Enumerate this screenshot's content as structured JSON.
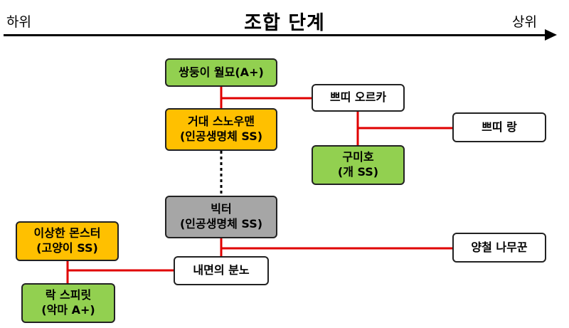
{
  "header": {
    "title": "조합 단계",
    "lower_label": "하위",
    "upper_label": "상위"
  },
  "colors": {
    "green": "#92d050",
    "orange": "#ffc000",
    "gray": "#a6a6a6",
    "white": "#ffffff",
    "link": "#e00000"
  },
  "nodes": {
    "ssangdung": {
      "lines": [
        "쌍둥이 월묘(A+)"
      ]
    },
    "ppeutti_orka": {
      "lines": [
        "쁘띠 오르카"
      ]
    },
    "snowman": {
      "lines": [
        "거대 스노우맨",
        "(인공생명체 SS)"
      ]
    },
    "ppeutti_rang": {
      "lines": [
        "쁘띠 랑"
      ]
    },
    "gumiho": {
      "lines": [
        "구미호",
        "(개 SS)"
      ]
    },
    "victor": {
      "lines": [
        "빅터",
        "(인공생명체 SS)"
      ]
    },
    "strange_monster": {
      "lines": [
        "이상한 몬스터",
        "(고양이 SS)"
      ]
    },
    "lamb_woodcutter": {
      "lines": [
        "양철 나무꾼"
      ]
    },
    "inner_anger": {
      "lines": [
        "내면의 분노"
      ]
    },
    "rock_spirit": {
      "lines": [
        "락 스피릿",
        "(악마 A+)"
      ]
    }
  }
}
